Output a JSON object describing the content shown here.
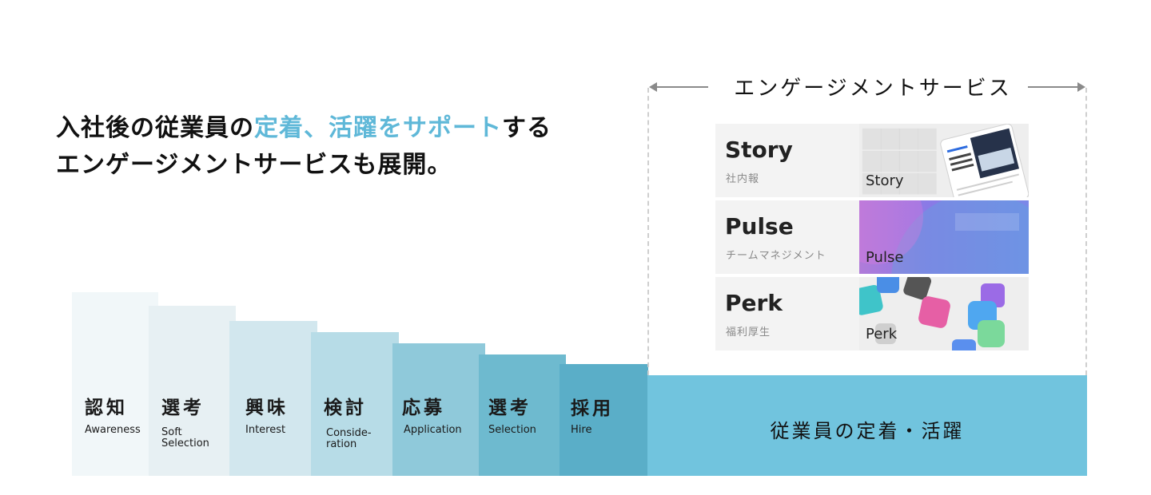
{
  "headline": {
    "line1_before": "入社後の従業員の",
    "line1_accent": "定着、活躍をサポート",
    "line1_after": "する",
    "line2": "エンゲージメントサービスも展開。"
  },
  "stages": [
    {
      "jp": "認知",
      "en": "Awareness"
    },
    {
      "jp": "選考",
      "en": "Soft\nSelection"
    },
    {
      "jp": "興味",
      "en": "Interest"
    },
    {
      "jp": "検討",
      "en": "Conside-\nration"
    },
    {
      "jp": "応募",
      "en": "Application"
    },
    {
      "jp": "選考",
      "en": "Selection"
    },
    {
      "jp": "採用",
      "en": "Hire"
    }
  ],
  "engagement": {
    "bracket_label": "エンゲージメントサービス",
    "base_label": "従業員の定着・活躍",
    "services": [
      {
        "name": "Story",
        "sub": "社内報",
        "thumb_label": "Story"
      },
      {
        "name": "Pulse",
        "sub": "チームマネジメント",
        "thumb_label": "Pulse"
      },
      {
        "name": "Perk",
        "sub": "福利厚生",
        "thumb_label": "Perk"
      }
    ]
  },
  "colors": {
    "accent": "#5fb8d8",
    "stage_colors": [
      "#f1f7f9",
      "#e7f0f3",
      "#d2e7ee",
      "#b7dce7",
      "#8fc9da",
      "#6ebacf",
      "#5aaec8"
    ],
    "engage_base": "#71c4de"
  }
}
